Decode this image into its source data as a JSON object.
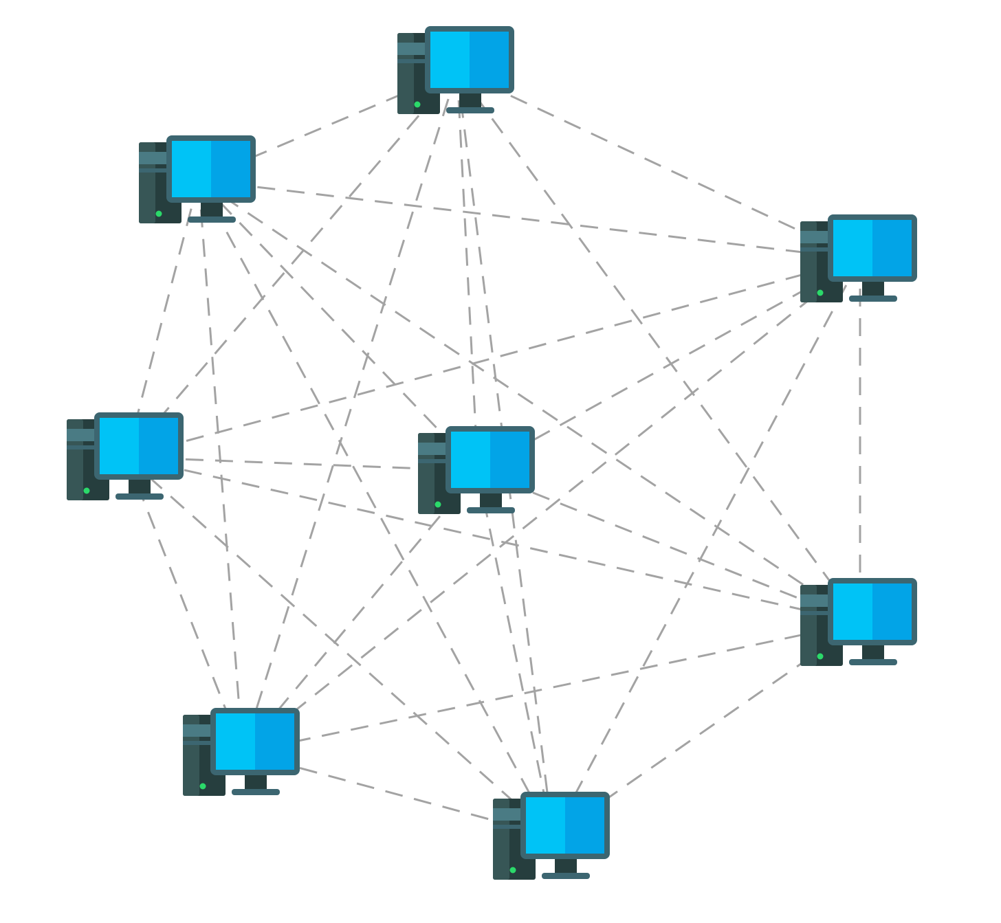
{
  "diagram": {
    "type": "mesh-network",
    "node_icon": "desktop-computer-icon",
    "colors": {
      "background": "#ffffff",
      "link": "#a3a3a3",
      "tower_dark": "#263e3e",
      "tower_mid": "#375656",
      "tower_light": "#4a7b84",
      "monitor_frame": "#3c6671",
      "screen_left": "#00c3f6",
      "screen_right": "#02a4e7",
      "power_led": "#2bd96a"
    },
    "nodes": [
      {
        "id": "top"
      },
      {
        "id": "upper-left"
      },
      {
        "id": "upper-right"
      },
      {
        "id": "middle-left"
      },
      {
        "id": "center"
      },
      {
        "id": "lower-right"
      },
      {
        "id": "lower-left"
      },
      {
        "id": "bottom"
      }
    ],
    "links": [
      [
        "top",
        "upper-left"
      ],
      [
        "top",
        "upper-right"
      ],
      [
        "top",
        "middle-left"
      ],
      [
        "top",
        "center"
      ],
      [
        "top",
        "lower-right"
      ],
      [
        "top",
        "lower-left"
      ],
      [
        "top",
        "bottom"
      ],
      [
        "upper-left",
        "upper-right"
      ],
      [
        "upper-left",
        "middle-left"
      ],
      [
        "upper-left",
        "center"
      ],
      [
        "upper-left",
        "lower-right"
      ],
      [
        "upper-left",
        "lower-left"
      ],
      [
        "upper-left",
        "bottom"
      ],
      [
        "upper-right",
        "middle-left"
      ],
      [
        "upper-right",
        "center"
      ],
      [
        "upper-right",
        "lower-right"
      ],
      [
        "upper-right",
        "lower-left"
      ],
      [
        "upper-right",
        "bottom"
      ],
      [
        "middle-left",
        "center"
      ],
      [
        "middle-left",
        "lower-right"
      ],
      [
        "middle-left",
        "lower-left"
      ],
      [
        "middle-left",
        "bottom"
      ],
      [
        "center",
        "lower-right"
      ],
      [
        "center",
        "lower-left"
      ],
      [
        "center",
        "bottom"
      ],
      [
        "lower-right",
        "lower-left"
      ],
      [
        "lower-right",
        "bottom"
      ],
      [
        "lower-left",
        "bottom"
      ]
    ]
  }
}
